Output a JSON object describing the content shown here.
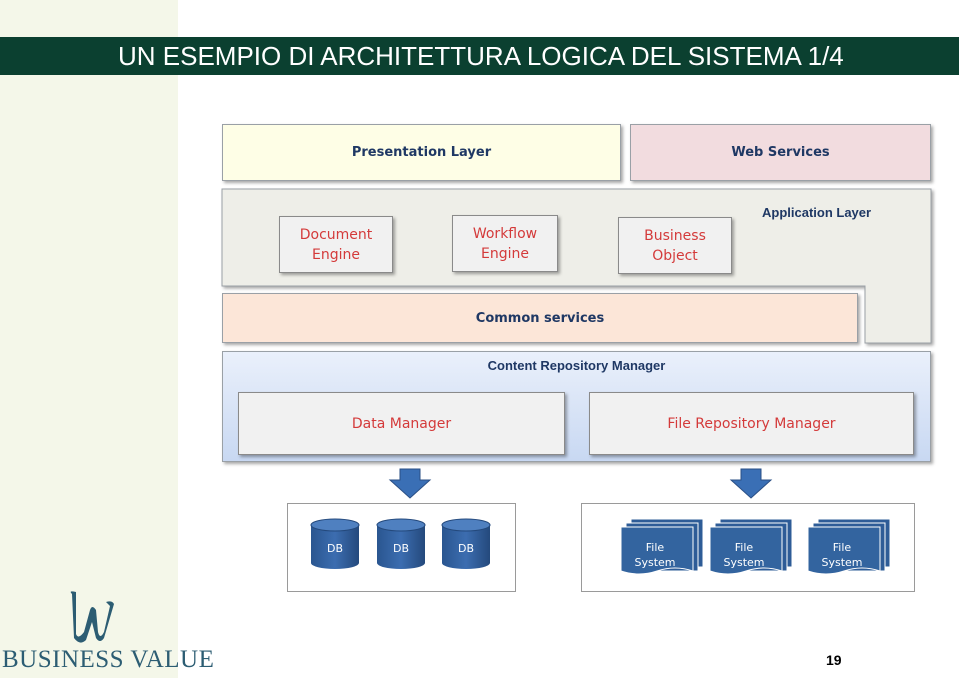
{
  "slide": {
    "title": "UN ESEMPIO DI ARCHITETTURA LOGICA DEL SISTEMA 1/4",
    "page_number": "19",
    "logo_text": "BUSINESS VALUE"
  },
  "diagram": {
    "presentation_layer": "Presentation Layer",
    "web_services": "Web Services",
    "application_layer": {
      "label": "Application Layer",
      "components": [
        {
          "line1": "Document",
          "line2": "Engine"
        },
        {
          "line1": "Workflow",
          "line2": "Engine"
        },
        {
          "line1": "Business",
          "line2": "Object"
        }
      ]
    },
    "common_services": "Common services",
    "content_repository_manager": {
      "label": "Content Repository Manager",
      "data_manager": "Data Manager",
      "file_repository_manager": "File Repository Manager"
    },
    "databases": [
      "DB",
      "DB",
      "DB"
    ],
    "file_systems": [
      {
        "line1": "File",
        "line2": "System"
      },
      {
        "line1": "File",
        "line2": "System"
      },
      {
        "line1": "File",
        "line2": "System"
      }
    ]
  },
  "colors": {
    "title_bar": "#0b4030",
    "label_blue": "#1f3864",
    "label_red": "#d43a3a",
    "storage_blue": "#2e5c97",
    "arrow_blue": "#3a6fb5"
  }
}
